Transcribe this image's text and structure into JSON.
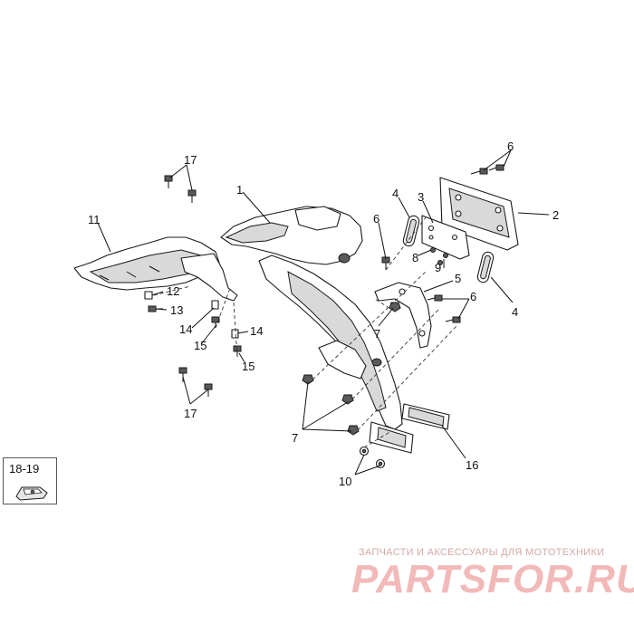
{
  "diagram": {
    "callouts": [
      {
        "id": "c17a",
        "text": "17"
      },
      {
        "id": "c1",
        "text": "1"
      },
      {
        "id": "c11",
        "text": "11"
      },
      {
        "id": "c12",
        "text": "12"
      },
      {
        "id": "c13",
        "text": "13"
      },
      {
        "id": "c14a",
        "text": "14"
      },
      {
        "id": "c15a",
        "text": "15"
      },
      {
        "id": "c14b",
        "text": "14"
      },
      {
        "id": "c15b",
        "text": "15"
      },
      {
        "id": "c17b",
        "text": "17"
      },
      {
        "id": "c6a",
        "text": "6"
      },
      {
        "id": "c2",
        "text": "2"
      },
      {
        "id": "c4a",
        "text": "4"
      },
      {
        "id": "c3",
        "text": "3"
      },
      {
        "id": "c6b",
        "text": "6"
      },
      {
        "id": "c8",
        "text": "8"
      },
      {
        "id": "c9",
        "text": "9"
      },
      {
        "id": "c5",
        "text": "5"
      },
      {
        "id": "c6c",
        "text": "6"
      },
      {
        "id": "c4b",
        "text": "4"
      },
      {
        "id": "c7a",
        "text": "7"
      },
      {
        "id": "c7b",
        "text": "7"
      },
      {
        "id": "c16",
        "text": "16"
      },
      {
        "id": "c10",
        "text": "10"
      }
    ],
    "inset_label": "18-19"
  },
  "watermark": {
    "caption": "ЗАПЧАСТИ И АКСЕССУАРЫ ДЛЯ МОТОТЕХНИКИ",
    "logo": "PARTSFOR.RU"
  }
}
